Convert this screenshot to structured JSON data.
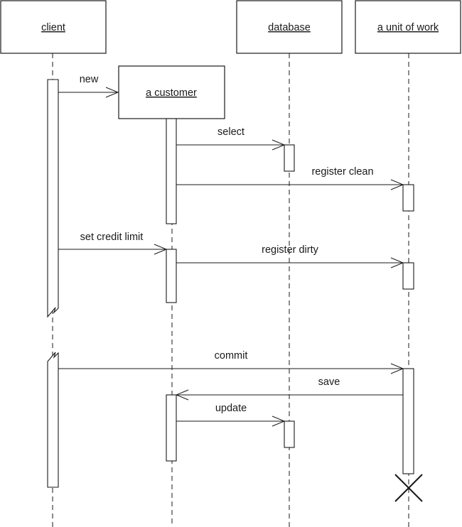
{
  "participants": {
    "client": "client",
    "customer": "a customer",
    "database": "database",
    "unit_of_work": "a unit of work"
  },
  "messages": {
    "new": "new",
    "select": "select",
    "register_clean": "register clean",
    "set_credit_limit": "set credit limit",
    "register_dirty": "register dirty",
    "commit": "commit",
    "save": "save",
    "update": "update"
  }
}
